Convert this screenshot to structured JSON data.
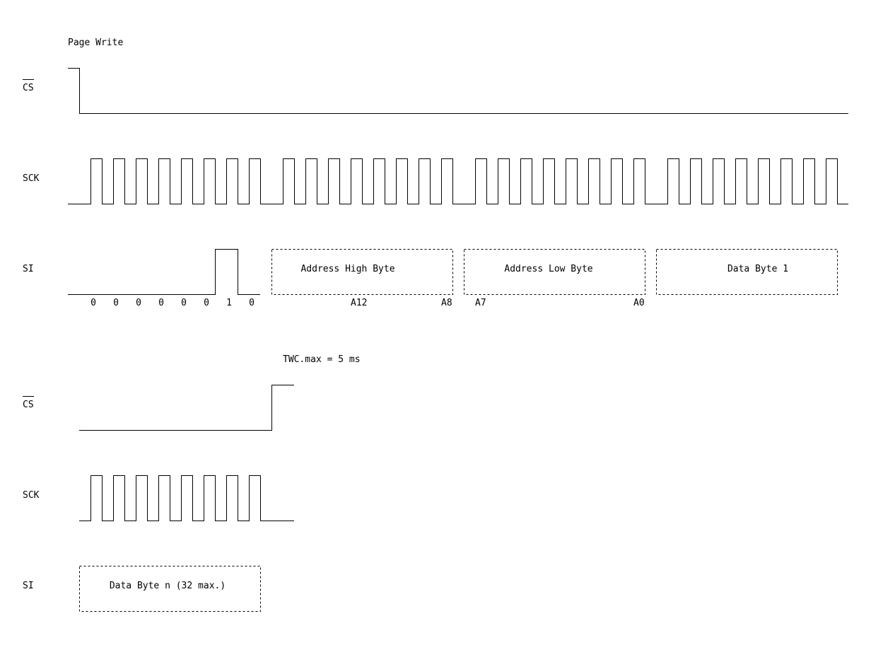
{
  "title": "Page Write",
  "twc_note": "TWC.max = 5 ms",
  "signals": {
    "cs": "CS",
    "sck": "SCK",
    "si": "SI"
  },
  "instruction_bits": [
    "0",
    "0",
    "0",
    "0",
    "0",
    "0",
    "1",
    "0"
  ],
  "fields": {
    "address_high": "Address High Byte",
    "address_low": "Address Low Byte",
    "data_byte_1": "Data Byte 1",
    "data_byte_n": "Data Byte n (32 max.)"
  },
  "address_bits": {
    "a12": "A12",
    "a8": "A8",
    "a7": "A7",
    "a0": "A0"
  }
}
